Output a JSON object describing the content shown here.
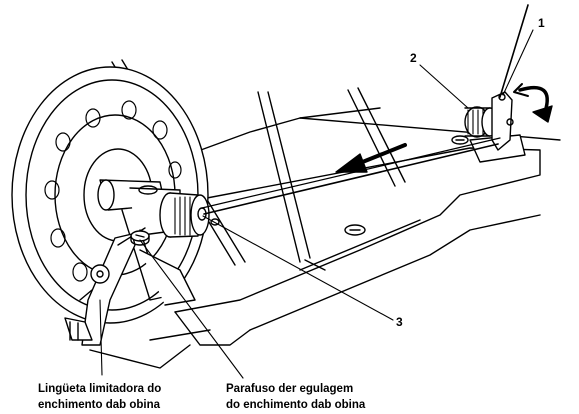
{
  "callouts": {
    "one": "1",
    "two": "2",
    "three": "3"
  },
  "captions": {
    "tab_line1": "Lingüeta limitadora do",
    "tab_line2": "enchimento dab obina",
    "screw_line1": "Parafuso der egulagem",
    "screw_line2": "do enchimento dab obina"
  },
  "colors": {
    "ink": "#000000",
    "paper": "#ffffff"
  }
}
